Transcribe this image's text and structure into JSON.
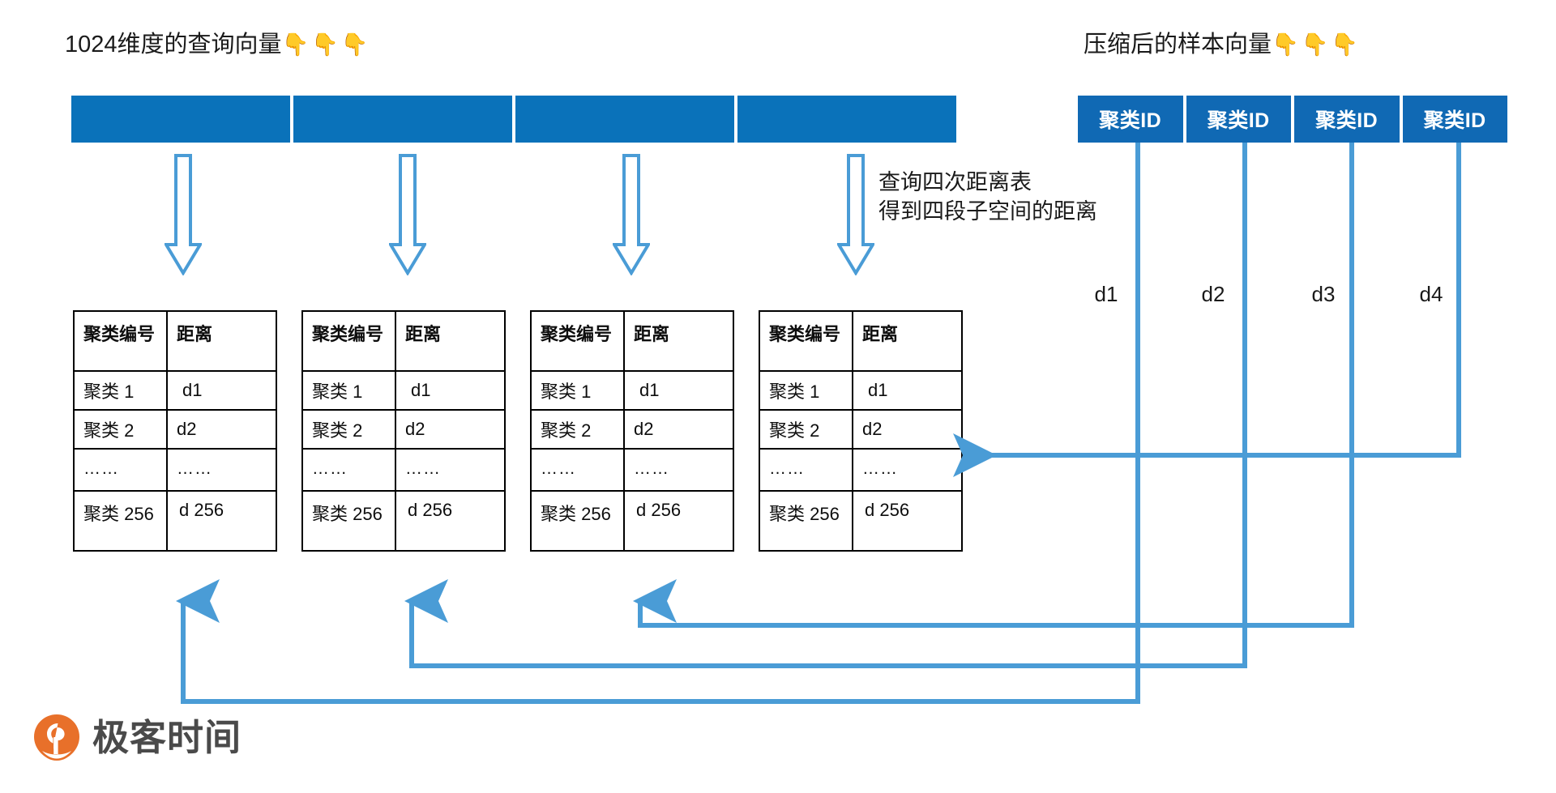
{
  "headings": {
    "query_vector": "1024维度的查询向量",
    "query_vector_emoji": "👇👇👇",
    "compressed_vector": "压缩后的样本向量",
    "compressed_vector_emoji": "👇👇👇"
  },
  "annotation": {
    "line1": "查询四次距离表",
    "line2": "得到四段子空间的距离",
    "text": "查询四次距离表\n得到四段子空间的距离"
  },
  "query_vector": {
    "segment_count": 4,
    "segments": [
      {
        "label": ""
      },
      {
        "label": ""
      },
      {
        "label": ""
      },
      {
        "label": ""
      }
    ],
    "color": "#0a72ba"
  },
  "cluster_id_row": {
    "color": "#1069b4",
    "text_color": "#ffffff",
    "boxes": [
      {
        "label": "聚类ID"
      },
      {
        "label": "聚类ID"
      },
      {
        "label": "聚类ID"
      },
      {
        "label": "聚类ID"
      }
    ]
  },
  "distance_labels": [
    {
      "label": "d1"
    },
    {
      "label": "d2"
    },
    {
      "label": "d3"
    },
    {
      "label": "d4"
    }
  ],
  "distance_tables": [
    {
      "name": "distance-table-1",
      "headers": [
        "聚类编号",
        "距离"
      ],
      "rows": [
        [
          "聚类 1",
          "d1"
        ],
        [
          "聚类 2",
          "d2"
        ],
        [
          "……",
          "……"
        ],
        [
          "聚类 256",
          "d 256"
        ]
      ]
    },
    {
      "name": "distance-table-2",
      "headers": [
        "聚类编号",
        "距离"
      ],
      "rows": [
        [
          "聚类 1",
          "d1"
        ],
        [
          "聚类 2",
          "d2"
        ],
        [
          "……",
          "……"
        ],
        [
          "聚类 256",
          "d 256"
        ]
      ]
    },
    {
      "name": "distance-table-3",
      "headers": [
        "聚类编号",
        "距离"
      ],
      "rows": [
        [
          "聚类 1",
          "d1"
        ],
        [
          "聚类 2",
          "d2"
        ],
        [
          "……",
          "……"
        ],
        [
          "聚类 256",
          "d 256"
        ]
      ]
    },
    {
      "name": "distance-table-4",
      "headers": [
        "聚类编号",
        "距离"
      ],
      "rows": [
        [
          "聚类 1",
          "d1"
        ],
        [
          "聚类 2",
          "d2"
        ],
        [
          "……",
          "……"
        ],
        [
          "聚类 256",
          "d 256"
        ]
      ]
    }
  ],
  "arrows": {
    "down_arrow_count": 4,
    "outline_color": "#4a9cd6",
    "fill_color": "#ffffff"
  },
  "connectors": {
    "color": "#4a9cd6",
    "stroke_width": 6
  },
  "logo": {
    "text": "极客时间",
    "mark_color": "#e8702a",
    "text_color": "#4a4a4a"
  }
}
